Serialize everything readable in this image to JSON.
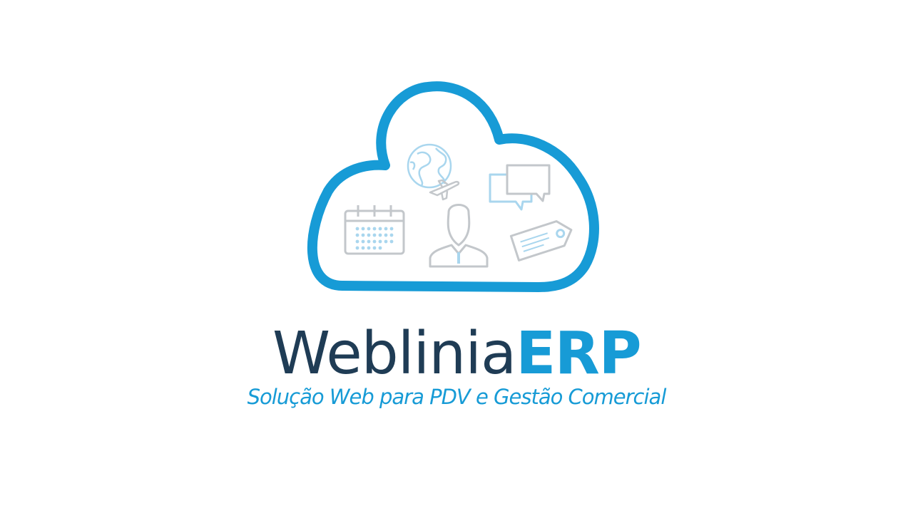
{
  "logo": {
    "name_part": "Weblinia",
    "suffix_part": "ERP",
    "tagline": "Solução Web para PDV e Gestão Comercial",
    "icons": [
      "globe-icon",
      "airplane-icon",
      "chat-icon",
      "calendar-icon",
      "user-icon",
      "tag-icon"
    ]
  },
  "colors": {
    "cloud_outline": "#179bd6",
    "name_text": "#1f3c55",
    "suffix_text": "#179bd6",
    "tagline_text": "#179bd6",
    "icon_gray": "#c3c7cb",
    "icon_light_blue": "#a9d6ee"
  }
}
